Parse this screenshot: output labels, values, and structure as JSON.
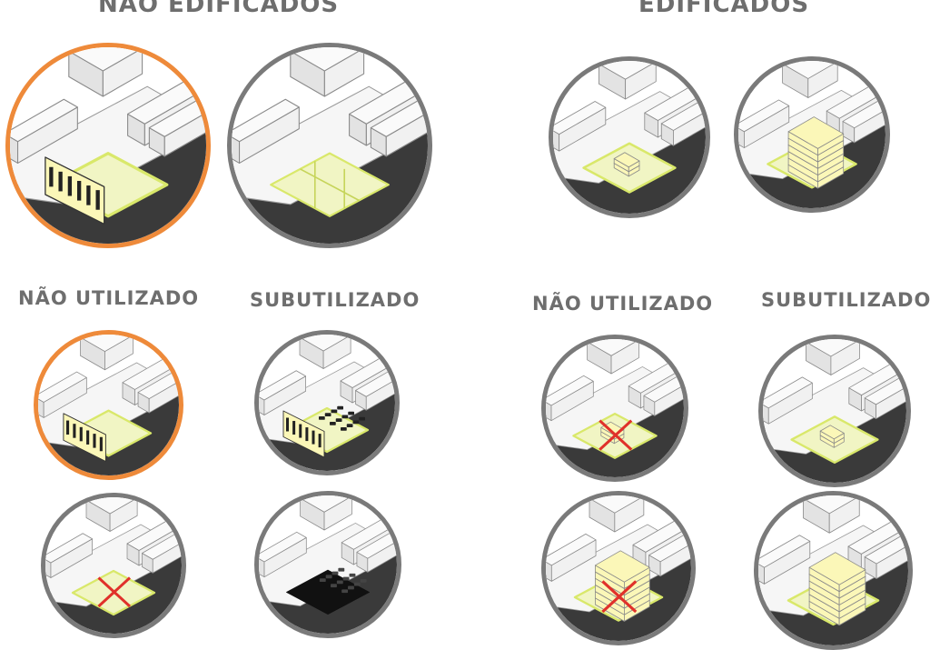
{
  "headers": {
    "nao_edificados": "NÃO EDIFICADOS",
    "edificados": "EDIFICADOS",
    "nao_utilizado_left": "NÃO UTILIZADO",
    "subutilizado_left": "SUBUTILIZADO",
    "nao_utilizado_right": "NÃO UTILIZADO",
    "subutilizado_right": "SUBUTILIZADO"
  },
  "colors": {
    "highlight_ring": "#ee8a3a",
    "ring": "#7a7a7a",
    "heading_text": "#6e6e6e",
    "lot_fill": "#f1f5c4",
    "lot_outline": "#d9e86a",
    "building_fill": "#fbf7b8",
    "cross": "#e0312a"
  },
  "diagrams": [
    {
      "id": "vacant-heritage-lot",
      "highlighted": true,
      "content": "empty-lot-heritage-facade"
    },
    {
      "id": "vacant-subdivided-lot",
      "highlighted": false,
      "content": "subdivided-lot"
    },
    {
      "id": "built-small-building",
      "highlighted": false,
      "content": "small-building"
    },
    {
      "id": "built-tall-building",
      "highlighted": false,
      "content": "tall-building"
    },
    {
      "id": "unused-heritage-lot",
      "highlighted": true,
      "content": "empty-lot-heritage-facade"
    },
    {
      "id": "underused-parking-lot",
      "highlighted": false,
      "content": "heritage-facade-parking"
    },
    {
      "id": "unused-crossed-small-building",
      "highlighted": false,
      "content": "crossed-small-building"
    },
    {
      "id": "underused-small-building",
      "highlighted": false,
      "content": "small-building"
    },
    {
      "id": "unused-crossed-lot",
      "highlighted": false,
      "content": "crossed-lot"
    },
    {
      "id": "underused-dark-parking",
      "highlighted": false,
      "content": "dark-parking"
    },
    {
      "id": "unused-crossed-tall-building",
      "highlighted": false,
      "content": "crossed-tall-building"
    },
    {
      "id": "underused-tall-building",
      "highlighted": false,
      "content": "tall-building"
    }
  ]
}
